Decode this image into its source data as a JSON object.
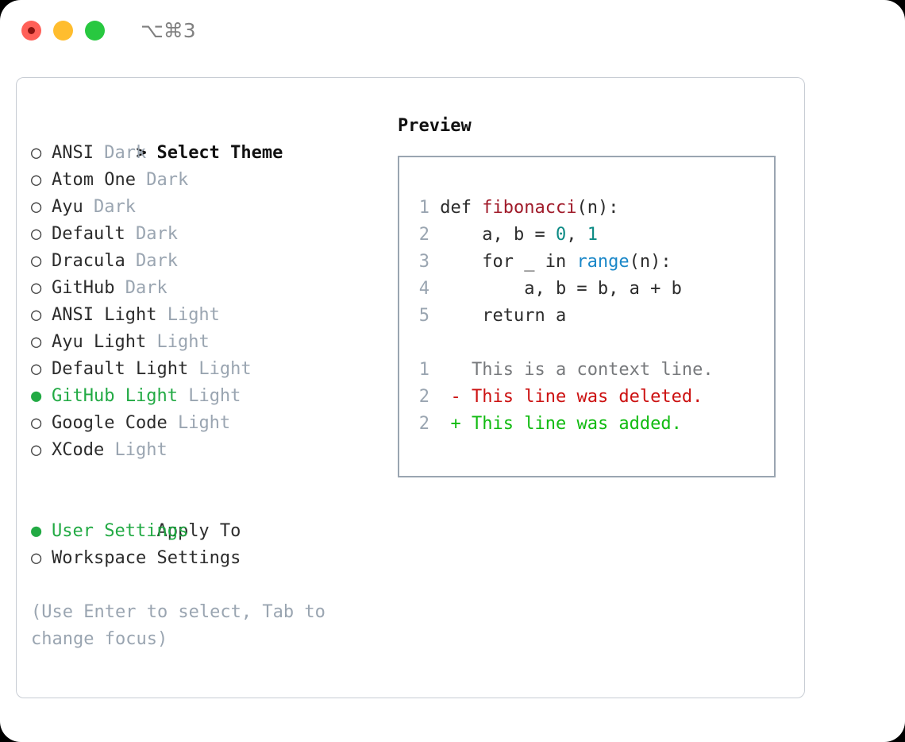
{
  "titlebar": {
    "shortcut": "⌥⌘3",
    "buttons": [
      {
        "name": "close",
        "color": "#ff6058"
      },
      {
        "name": "minimize",
        "color": "#ffbd2e"
      },
      {
        "name": "maximize",
        "color": "#28c840"
      }
    ]
  },
  "theme_list": {
    "header_prefix": "> ",
    "header": "Select Theme",
    "marker_selected": "● ",
    "marker_unselected": "○ ",
    "items": [
      {
        "name": "ANSI",
        "variant": "Dark",
        "selected": false
      },
      {
        "name": "Atom One",
        "variant": "Dark",
        "selected": false
      },
      {
        "name": "Ayu",
        "variant": "Dark",
        "selected": false
      },
      {
        "name": "Default",
        "variant": "Dark",
        "selected": false
      },
      {
        "name": "Dracula",
        "variant": "Dark",
        "selected": false
      },
      {
        "name": "GitHub",
        "variant": "Dark",
        "selected": false
      },
      {
        "name": "ANSI Light",
        "variant": "Light",
        "selected": false
      },
      {
        "name": "Ayu Light",
        "variant": "Light",
        "selected": false
      },
      {
        "name": "Default Light",
        "variant": "Light",
        "selected": false
      },
      {
        "name": "GitHub Light",
        "variant": "Light",
        "selected": true
      },
      {
        "name": "Google Code",
        "variant": "Light",
        "selected": false
      },
      {
        "name": "XCode",
        "variant": "Light",
        "selected": false
      }
    ]
  },
  "apply_to": {
    "header_prefix": "  ",
    "header": "Apply To",
    "options": [
      {
        "label": "User Settings",
        "selected": true
      },
      {
        "label": "Workspace Settings",
        "selected": false
      }
    ]
  },
  "hint": "(Use Enter to select, Tab to change focus)",
  "preview": {
    "title": "Preview",
    "code_lines": [
      {
        "no": "1",
        "tokens": [
          {
            "t": "def ",
            "c": "plain"
          },
          {
            "t": "fibonacci",
            "c": "func"
          },
          {
            "t": "(n):",
            "c": "plain"
          }
        ]
      },
      {
        "no": "2",
        "tokens": [
          {
            "t": "    a, b = ",
            "c": "plain"
          },
          {
            "t": "0",
            "c": "num"
          },
          {
            "t": ", ",
            "c": "plain"
          },
          {
            "t": "1",
            "c": "num"
          }
        ]
      },
      {
        "no": "3",
        "tokens": [
          {
            "t": "    for _ in ",
            "c": "plain"
          },
          {
            "t": "range",
            "c": "build"
          },
          {
            "t": "(n):",
            "c": "plain"
          }
        ]
      },
      {
        "no": "4",
        "tokens": [
          {
            "t": "        a, b = b, a + b",
            "c": "plain"
          }
        ]
      },
      {
        "no": "5",
        "tokens": [
          {
            "t": "    return a",
            "c": "plain"
          }
        ]
      }
    ],
    "diff_lines": [
      {
        "no": "1",
        "sign": "  ",
        "text": "This is a context line.",
        "kind": "ctx"
      },
      {
        "no": "2",
        "sign": "- ",
        "text": "This line was deleted.",
        "kind": "del"
      },
      {
        "no": "2",
        "sign": "+ ",
        "text": "This line was added.",
        "kind": "add"
      }
    ]
  },
  "colors": {
    "accent_green": "#22aa44",
    "muted": "#9aa5b1",
    "func_red": "#a01b2a",
    "number_teal": "#0d8b85",
    "builtin_blue": "#1a87c8",
    "diff_delete": "#cc1111",
    "diff_add": "#11bb11"
  }
}
